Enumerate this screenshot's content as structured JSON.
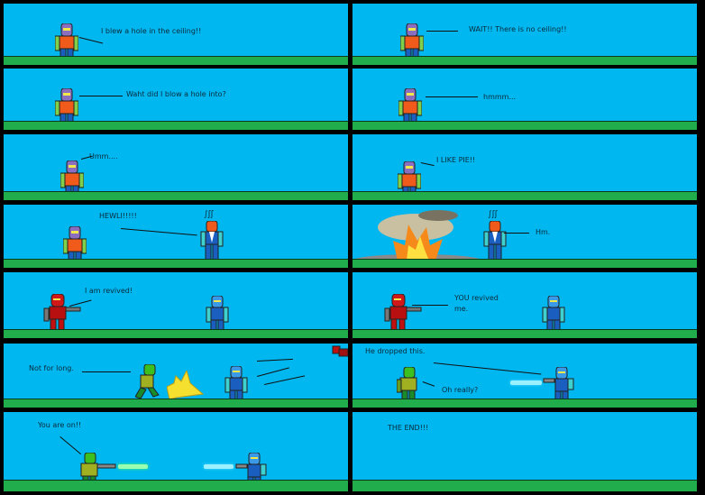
{
  "comic": {
    "colors": {
      "sky": "#00b7f0",
      "ground": "#22ad4c",
      "border": "#000000",
      "text": "#0b2a3a"
    },
    "panels": [
      {
        "id": 1,
        "dialogue": [
          "I blew a hole in the ceiling!!"
        ]
      },
      {
        "id": 2,
        "dialogue": [
          "WAIT!! There is no ceiling!!"
        ]
      },
      {
        "id": 3,
        "dialogue": [
          "Waht did I blow a hole into?"
        ]
      },
      {
        "id": 4,
        "dialogue": [
          "hmmm..."
        ]
      },
      {
        "id": 5,
        "dialogue": [
          "Umm...."
        ]
      },
      {
        "id": 6,
        "dialogue": [
          "I LIKE PIE!!"
        ]
      },
      {
        "id": 7,
        "dialogue": [
          "HEWLI!!!!!"
        ]
      },
      {
        "id": 8,
        "dialogue": [
          "Hm."
        ]
      },
      {
        "id": 9,
        "dialogue": [
          "I am revived!"
        ]
      },
      {
        "id": 10,
        "dialogue": [
          "YOU revived",
          "me."
        ]
      },
      {
        "id": 11,
        "dialogue": [
          "Not for long."
        ]
      },
      {
        "id": 12,
        "dialogue": [
          "He dropped this.",
          "Oh really?"
        ]
      },
      {
        "id": 13,
        "dialogue": [
          "You are on!!"
        ]
      },
      {
        "id": 14,
        "dialogue": [
          "THE END!!!"
        ]
      }
    ],
    "characters": {
      "purple": "purple-masked robot with orange chest",
      "orange_head": "orange-headed robot with steam",
      "red": "red robot",
      "blue": "blue robot",
      "green": "green robot"
    }
  }
}
